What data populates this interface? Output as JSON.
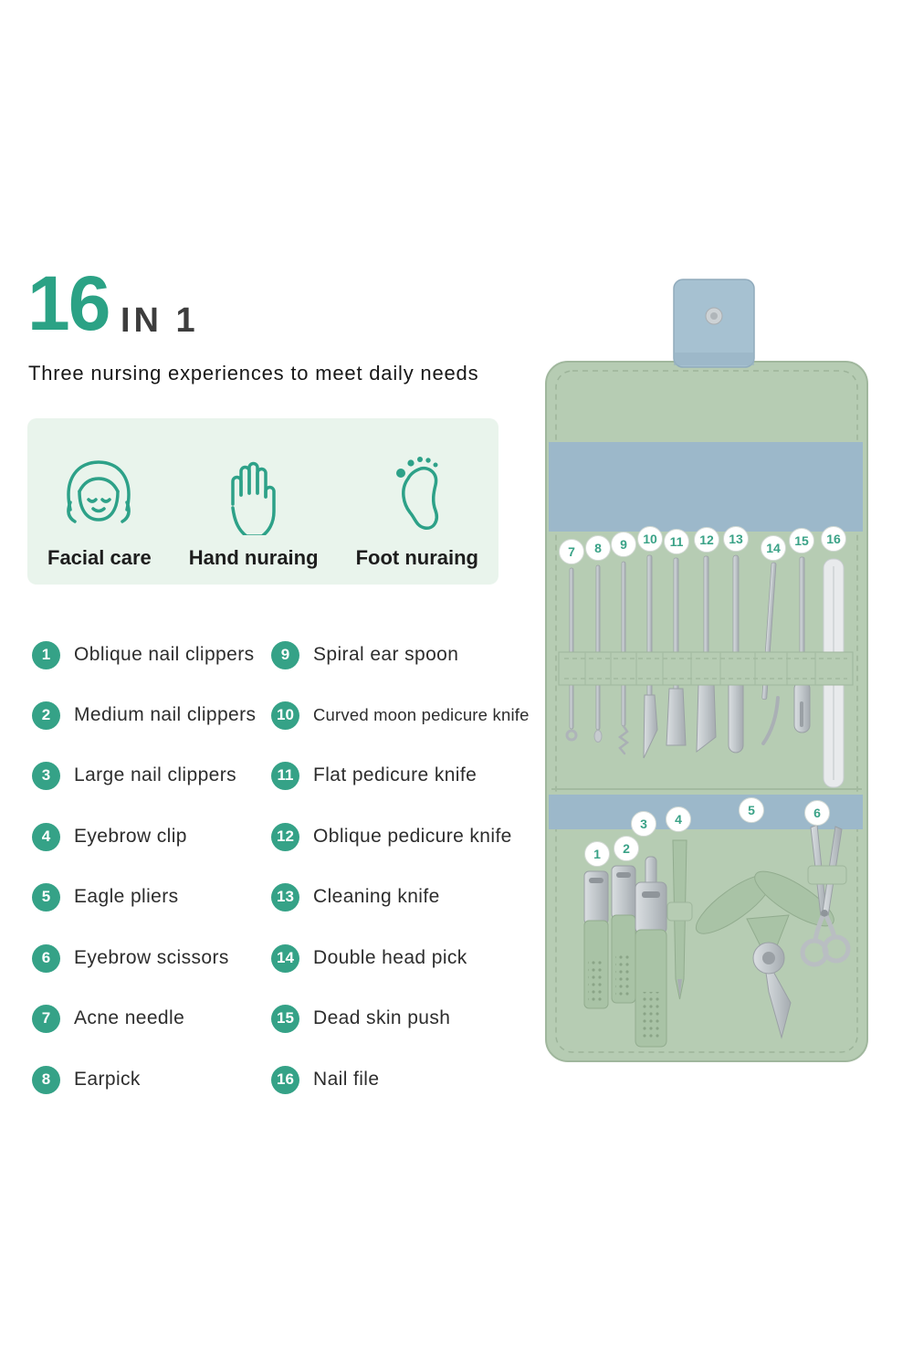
{
  "header": {
    "big_number": "16",
    "suffix": "IN 1",
    "subtitle": "Three nursing experiences to meet daily needs"
  },
  "features": [
    {
      "label": "Facial care",
      "icon": "face-icon"
    },
    {
      "label": "Hand nuraing",
      "icon": "hand-icon"
    },
    {
      "label": "Foot nuraing",
      "icon": "foot-icon"
    }
  ],
  "items_left": [
    {
      "num": "1",
      "label": "Oblique nail clippers"
    },
    {
      "num": "2",
      "label": "Medium nail clippers"
    },
    {
      "num": "3",
      "label": "Large nail clippers"
    },
    {
      "num": "4",
      "label": "Eyebrow clip"
    },
    {
      "num": "5",
      "label": "Eagle pliers"
    },
    {
      "num": "6",
      "label": "Eyebrow scissors"
    },
    {
      "num": "7",
      "label": "Acne needle"
    },
    {
      "num": "8",
      "label": "Earpick"
    }
  ],
  "items_right": [
    {
      "num": "9",
      "label": "Spiral ear spoon"
    },
    {
      "num": "10",
      "label": "Curved moon pedicure knife"
    },
    {
      "num": "11",
      "label": "Flat pedicure knife"
    },
    {
      "num": "12",
      "label": "Oblique pedicure knife"
    },
    {
      "num": "13",
      "label": "Cleaning knife"
    },
    {
      "num": "14",
      "label": "Double head pick"
    },
    {
      "num": "15",
      "label": "Dead skin push"
    },
    {
      "num": "16",
      "label": "Nail file"
    }
  ],
  "product": {
    "top_numbers": [
      "7",
      "8",
      "9",
      "10",
      "11",
      "12",
      "13",
      "14",
      "15",
      "16"
    ],
    "bottom_numbers": [
      "1",
      "2",
      "3",
      "4",
      "5",
      "6"
    ]
  },
  "colors": {
    "accent_green": "#2ba285",
    "badge_green": "#35a287",
    "feature_bg": "#e9f4ec",
    "case_green": "#b6ccb3",
    "panel_blue": "#9cb8ca",
    "flap_blue": "#a6c1d1",
    "tool_silver": "#bfc5c9"
  }
}
